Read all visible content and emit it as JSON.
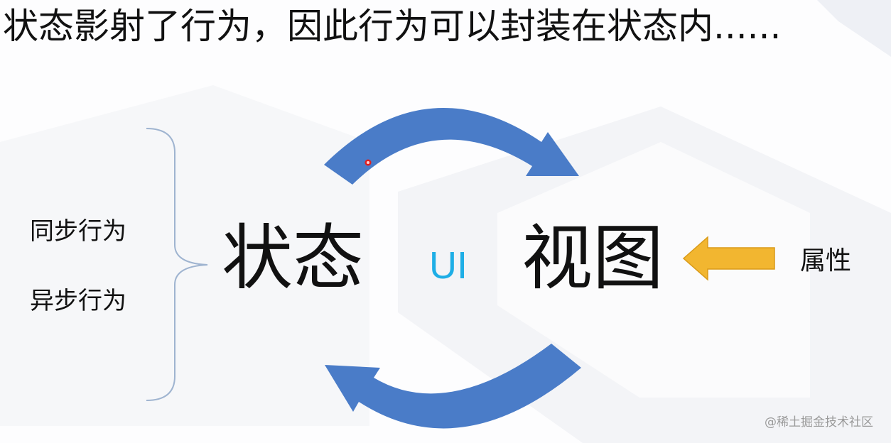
{
  "slide": {
    "title": "状态影射了行为，因此行为可以封装在状态内......",
    "behaviors": {
      "sync": "同步行为",
      "async": "异步行为"
    },
    "state_label": "状态",
    "ui_label": "UI",
    "view_label": "视图",
    "property_label": "属性",
    "watermark": "@稀土掘金技术社区"
  },
  "colors": {
    "cycle_arrow": "#4a7cc8",
    "property_arrow": "#f2b630",
    "ui_text": "#1eaee6",
    "brace": "#9fb4d0",
    "laser_dot": "#e02020"
  },
  "icons": {
    "top_arrow": "curved-arrow-right",
    "bottom_arrow": "curved-arrow-left",
    "property_arrow": "arrow-left",
    "brace": "curly-brace-right"
  }
}
